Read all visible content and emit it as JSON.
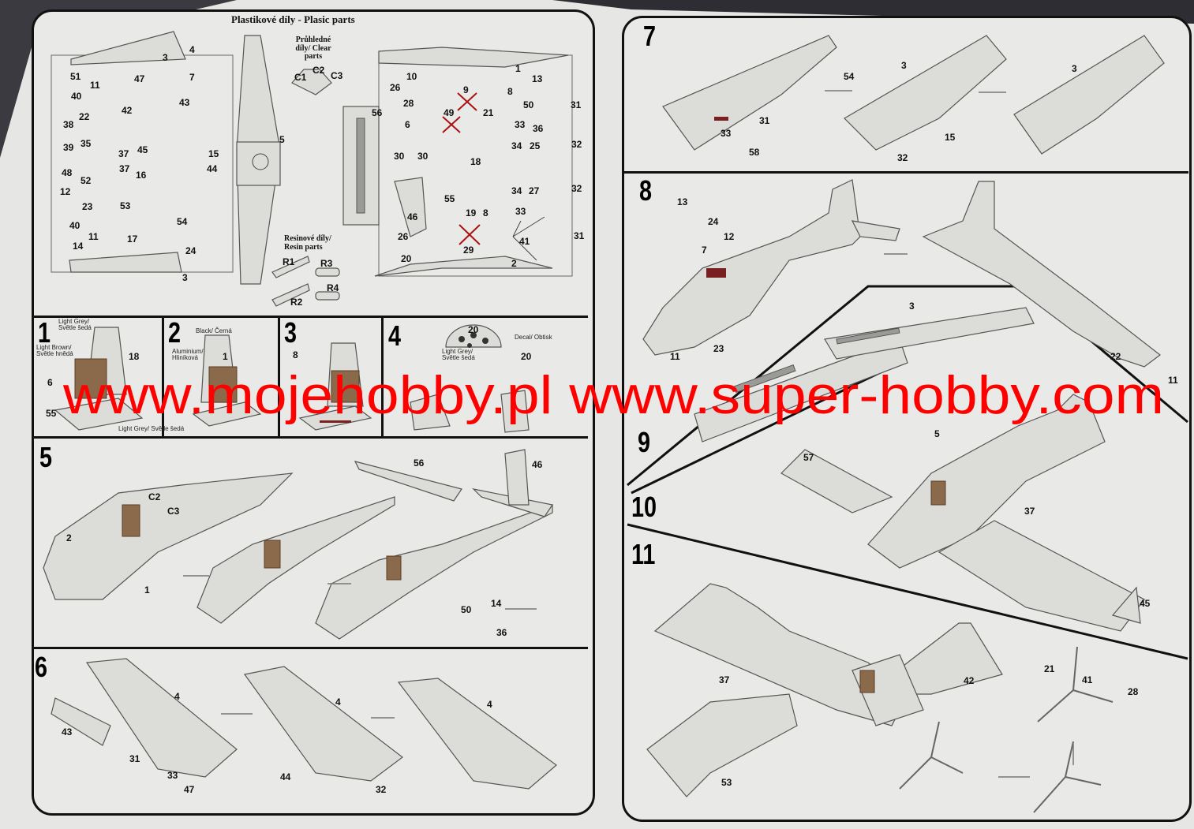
{
  "header": {
    "title": "Plastikové díly - Plasic parts",
    "clear_parts": "Průhledné díly/ Clear parts",
    "resin_parts": "Resinové díly/ Resin parts"
  },
  "sprue_labels": [
    "4",
    "51",
    "11",
    "47",
    "7",
    "40",
    "42",
    "43",
    "22",
    "38",
    "35",
    "37",
    "45",
    "15",
    "39",
    "5",
    "48",
    "37",
    "16",
    "44",
    "52",
    "12",
    "23",
    "53",
    "40",
    "11",
    "17",
    "54",
    "24",
    "14",
    "3",
    "C1",
    "C2",
    "C3",
    "1",
    "10",
    "13",
    "26",
    "9",
    "8",
    "28",
    "50",
    "31",
    "49",
    "21",
    "56",
    "6",
    "33",
    "36",
    "34",
    "25",
    "32",
    "30",
    "30",
    "18",
    "55",
    "34",
    "27",
    "32",
    "46",
    "19",
    "8",
    "33",
    "26",
    "41",
    "31",
    "29",
    "20",
    "2",
    "R1",
    "R2",
    "R3",
    "R4"
  ],
  "steps": [
    "1",
    "2",
    "3",
    "4",
    "5",
    "6",
    "7",
    "8",
    "9",
    "10",
    "11"
  ],
  "step_labels": [
    "18",
    "6",
    "55",
    "20",
    "20",
    "8",
    "1",
    "56",
    "46",
    "2",
    "C2",
    "C3",
    "1",
    "50",
    "14",
    "36",
    "4",
    "43",
    "31",
    "33",
    "47",
    "4",
    "44",
    "32",
    "4",
    "3",
    "54",
    "31",
    "33",
    "58",
    "3",
    "15",
    "32",
    "3",
    "13",
    "24",
    "12",
    "7",
    "23",
    "11",
    "3",
    "5",
    "22",
    "11",
    "57",
    "37",
    "45",
    "37",
    "42",
    "21",
    "41",
    "28",
    "53"
  ],
  "colour_notes": [
    "Light Grey/ Světle šedá",
    "Light Brown/ Světle hnědá",
    "Light Grey/ Světle šedá",
    "Black/ Černá",
    "Aluminium/ Hliníková",
    "Decal/ Obtisk",
    "Light Grey/ Světle šedá"
  ],
  "watermark": "www.mojehobby.pl www.super-hobby.com",
  "colors": {
    "paper": "#e9eae7",
    "ink": "#111111",
    "watermark": "#ff0000",
    "detail": "#7a1f1f"
  }
}
